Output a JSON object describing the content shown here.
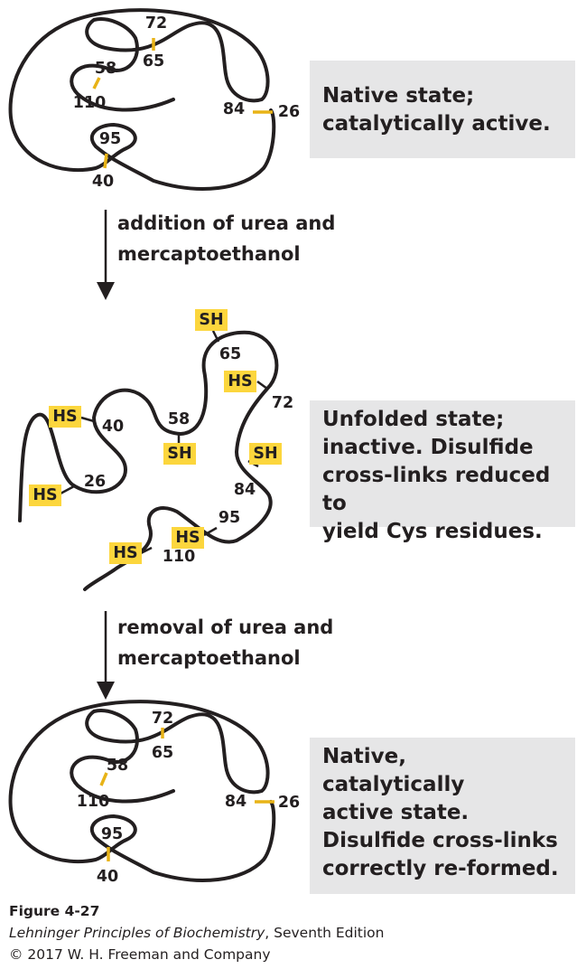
{
  "states": {
    "native": {
      "text": "Native state;\ncatalytically active.",
      "residues": {
        "r72": "72",
        "r65": "65",
        "r58": "58",
        "r110": "110",
        "r84": "84",
        "r26": "26",
        "r95": "95",
        "r40": "40"
      }
    },
    "unfolded": {
      "text": "Unfolded state;\ninactive.  Disulfide\ncross-links reduced to\nyield Cys residues.",
      "residues": {
        "r65": "65",
        "r72": "72",
        "r58": "58",
        "r40": "40",
        "r26": "26",
        "r84": "84",
        "r95": "95",
        "r110": "110"
      },
      "groups": {
        "sh65": "SH",
        "hs72": "HS",
        "hs40": "HS",
        "sh58": "SH",
        "hs26": "HS",
        "sh84": "SH",
        "hs95": "HS",
        "hs110": "HS"
      }
    },
    "refolded": {
      "text": "Native,\ncatalytically\nactive state.\nDisulfide cross-links\ncorrectly re-formed.",
      "residues": {
        "r72": "72",
        "r65": "65",
        "r58": "58",
        "r110": "110",
        "r84": "84",
        "r26": "26",
        "r95": "95",
        "r40": "40"
      }
    }
  },
  "steps": {
    "denature": "addition of urea and\nmercaptoethanol",
    "renature": "removal of urea and\nmercaptoethanol"
  },
  "caption": {
    "figure": "Figure 4-27",
    "book_title": "Lehninger Principles of Biochemistry",
    "edition": ", Seventh Edition",
    "copyright": "© 2017 W. H. Freeman and Company"
  },
  "colors": {
    "highlight": "#fcd63d",
    "disulfide": "#e8b317",
    "panel": "#e6e6e7",
    "ink": "#231f20"
  }
}
